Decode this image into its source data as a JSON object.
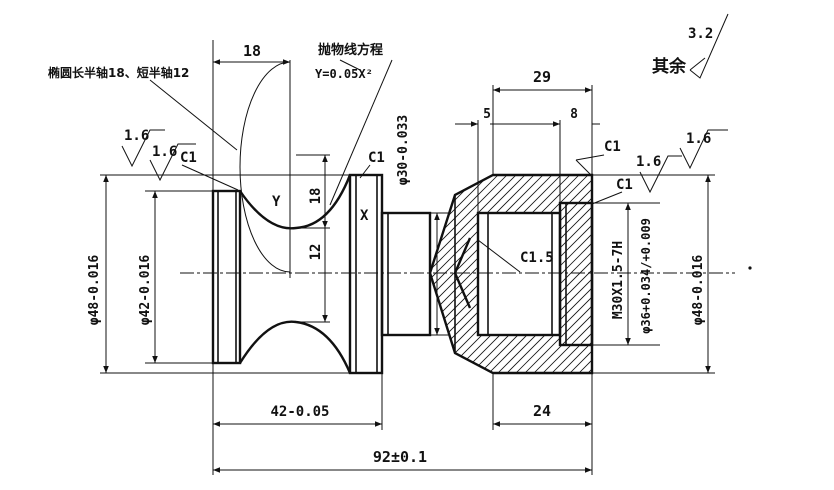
{
  "annotations": {
    "ellipse_note": "椭圆长半轴18、短半轴12",
    "parabola_title": "抛物线方程",
    "parabola_equation": "Y=0.05X²",
    "axis_y": "Y",
    "axis_x": "X",
    "remaining_label": "其余",
    "remaining_roughness": "3.2"
  },
  "roughness": {
    "left_outer": "1.6",
    "left_inner": "1.6",
    "right_outer": "1.6",
    "right_inner": "1.6"
  },
  "chamfers": {
    "left": "C1",
    "neck": "C1",
    "right_top": "C1",
    "right_side": "C1",
    "bore": "C1.5"
  },
  "dimensions": {
    "dim_18_top": "18",
    "dim_29": "29",
    "dim_5": "5",
    "dim_8": "8",
    "dim_18_vert": "18",
    "dim_12_vert": "12",
    "phi48_left": "φ48-0.016",
    "phi42": "φ42-0.016",
    "phi30": "φ30-0.033",
    "thread": "M30X1.5-7H",
    "phi36": "φ36+0.034/+0.009",
    "phi48_right": "φ48-0.016",
    "dim_42": "42-0.05",
    "dim_24": "24",
    "dim_92": "92±0.1"
  }
}
